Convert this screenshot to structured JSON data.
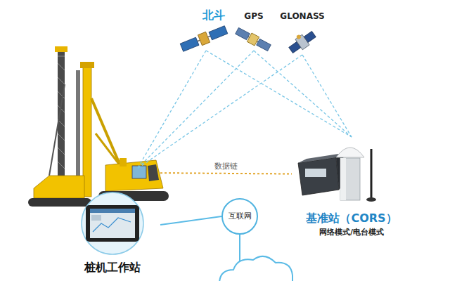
{
  "diagram": {
    "nodes": [
      {
        "text": [
          "北斗"
        ]
      },
      {
        "text": [
          "GPS"
        ]
      },
      {
        "text": [
          "GLONASS"
        ]
      },
      {
        "text": [
          "桩机工作站"
        ]
      },
      {
        "text": [
          "基准站（CORS）",
          "网络模式/电台模式"
        ]
      },
      {
        "text": [
          "互联网"
        ]
      }
    ],
    "edges": [
      {
        "from": 0,
        "to": 3,
        "arrow": "none"
      },
      {
        "from": 1,
        "to": 3,
        "arrow": "none"
      },
      {
        "from": 2,
        "to": 3,
        "arrow": "none"
      },
      {
        "from": 0,
        "to": 4,
        "arrow": "none"
      },
      {
        "from": 1,
        "to": 4,
        "arrow": "none"
      },
      {
        "from": 2,
        "to": 4,
        "arrow": "none"
      },
      {
        "from": 3,
        "to": 4,
        "label": "数据链",
        "arrow": "none"
      },
      {
        "from": 3,
        "to": 5,
        "arrow": "none"
      }
    ]
  }
}
